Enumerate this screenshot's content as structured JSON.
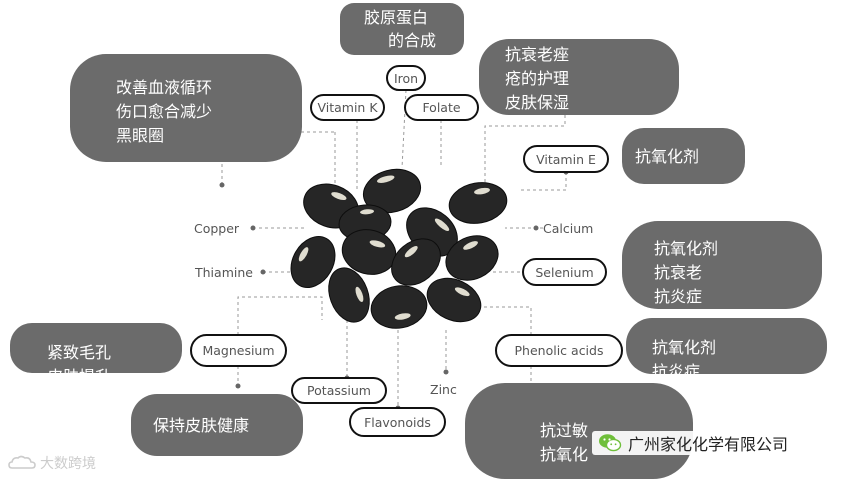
{
  "diagram": {
    "nodes": {
      "iron": "Iron",
      "vitamin_k": "Vitamin K",
      "folate": "Folate",
      "vitamin_e": "Vitamin E",
      "copper": "Copper",
      "calcium": "Calcium",
      "thiamine": "Thiamine",
      "selenium": "Selenium",
      "magnesium": "Magnesium",
      "phenolic_acids": "Phenolic acids",
      "potassium": "Potassium",
      "zinc": "Zinc",
      "flavonoids": "Flavonoids"
    },
    "bubbles": {
      "iron_benefit": [
        "胶原蛋白",
        "的合成"
      ],
      "vitamin_k_benefit": [
        "改善血液循环",
        "伤口愈合减少",
        "黑眼圈"
      ],
      "folate_benefit": [
        "抗衰老痤",
        "疮的护理",
        "皮肤保湿"
      ],
      "vitamin_e_benefit": [
        "抗氧化剂"
      ],
      "selenium_benefit": [
        "抗氧化剂",
        "抗衰老",
        "抗炎症"
      ],
      "phenolic_benefit": [
        "抗氧化剂",
        "抗炎症"
      ],
      "magnesium_benefit": [
        "紧致毛孔",
        "皮肤提升"
      ],
      "potassium_benefit": [
        "保持皮肤健康"
      ],
      "flavonoids_benefit": [
        "抗过敏",
        "抗氧化"
      ]
    }
  },
  "branding": {
    "account": "广州家化化学有限公司",
    "watermark": "大数跨境",
    "wechat_icon": "wechat-icon",
    "watermark_icon": "cloud-logo-icon"
  }
}
